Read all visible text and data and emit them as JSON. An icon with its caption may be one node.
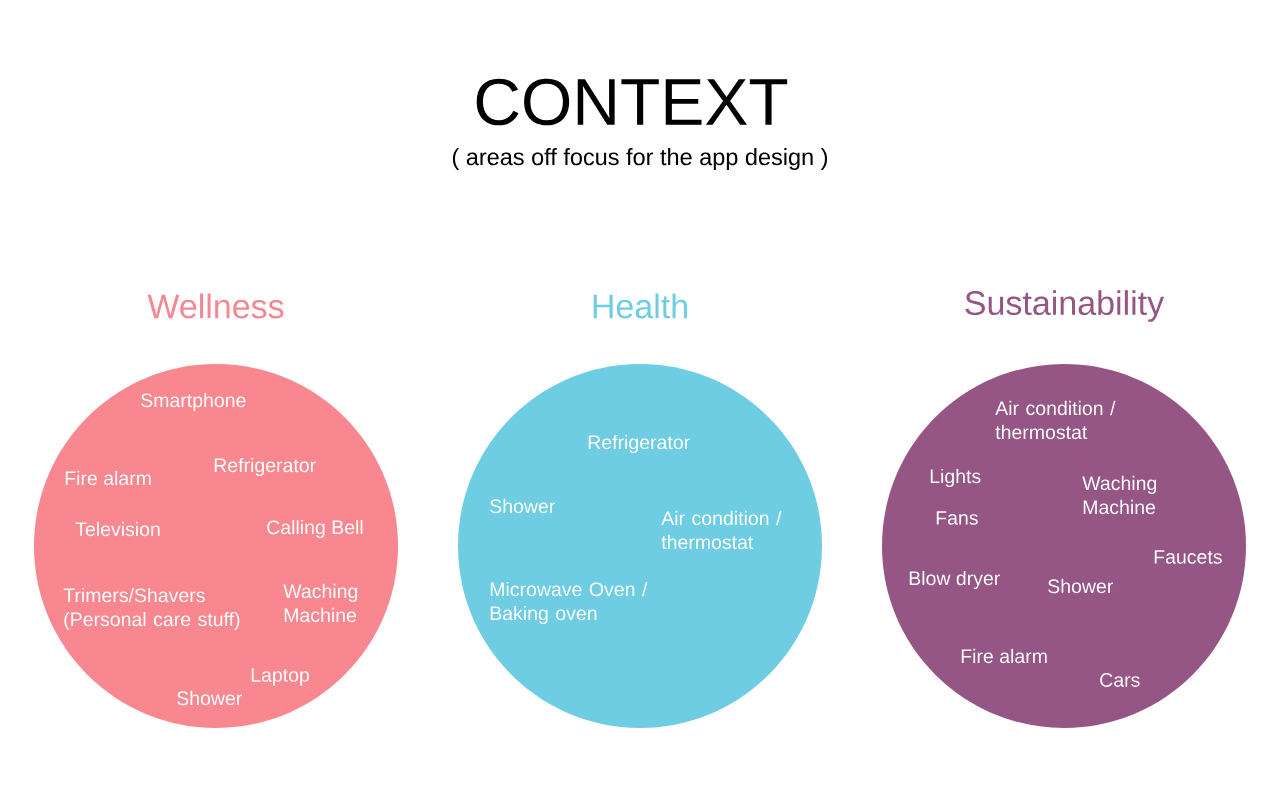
{
  "diagram": {
    "title": "CONTEXT",
    "nodes": [
      {
        "text": [
          "Wellness",
          "Smartphone",
          "Fire alarm",
          "Refrigerator",
          "Television",
          "Calling Bell",
          "Trimers/Shavers (Personal care stuff)",
          "Waching Machine",
          "Laptop",
          "Shower"
        ]
      },
      {
        "text": [
          "Health",
          "Refrigerator",
          "Shower",
          "Air condition / thermostat",
          "Microwave Oven / Baking oven"
        ]
      },
      {
        "text": [
          "Sustainability",
          "Air condition / thermostat",
          "Lights",
          "Waching Machine",
          "Fans",
          "Faucets",
          "Blow dryer",
          "Shower",
          "Fire alarm",
          "Cars"
        ]
      }
    ],
    "labels": [
      "( areas off focus for the app design )"
    ]
  }
}
